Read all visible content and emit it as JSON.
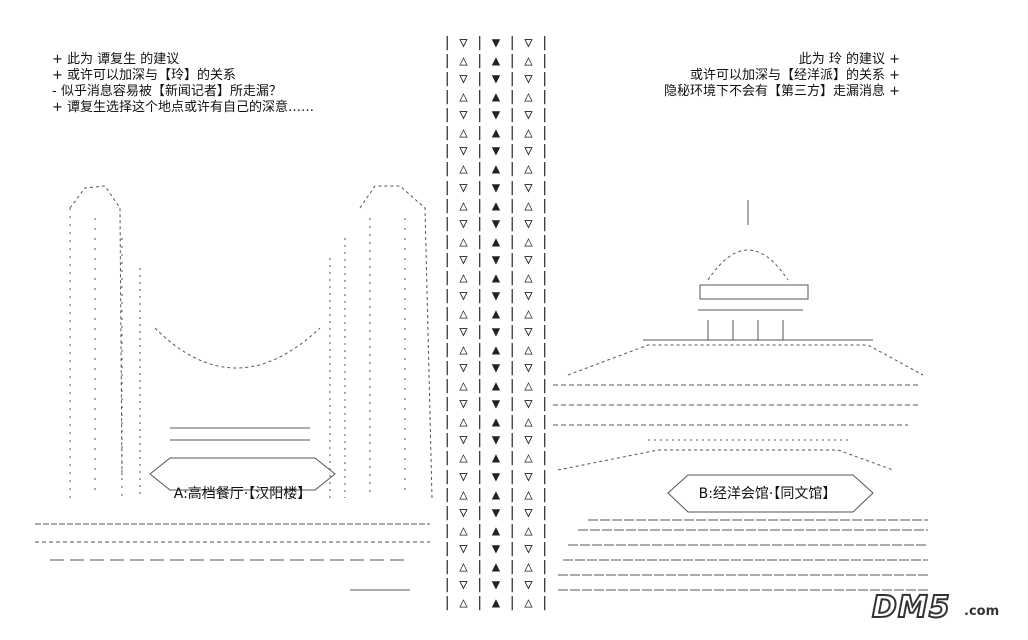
{
  "left_notes": [
    "+ 此为 谭复生 的建议",
    "+ 或许可以加深与【玲】的关系",
    "- 似乎消息容易被【新闻记者】所走漏？",
    "+ 谭复生选择这个地点或许有自己的深意……"
  ],
  "right_notes": [
    "此为 玲 的建议 +",
    "或许可以加深与【经洋派】的关系 +",
    "隐秘环境下不会有【第三方】走漏消息 +"
  ],
  "option_a": "A:高档餐厅·【汉阳楼】",
  "option_b": "B:经洋会馆·【同文馆】",
  "watermark": "DM5.com",
  "divider_pattern": [
    [
      "▽",
      "▼",
      "▽"
    ],
    [
      "△",
      "▲",
      "△"
    ]
  ]
}
